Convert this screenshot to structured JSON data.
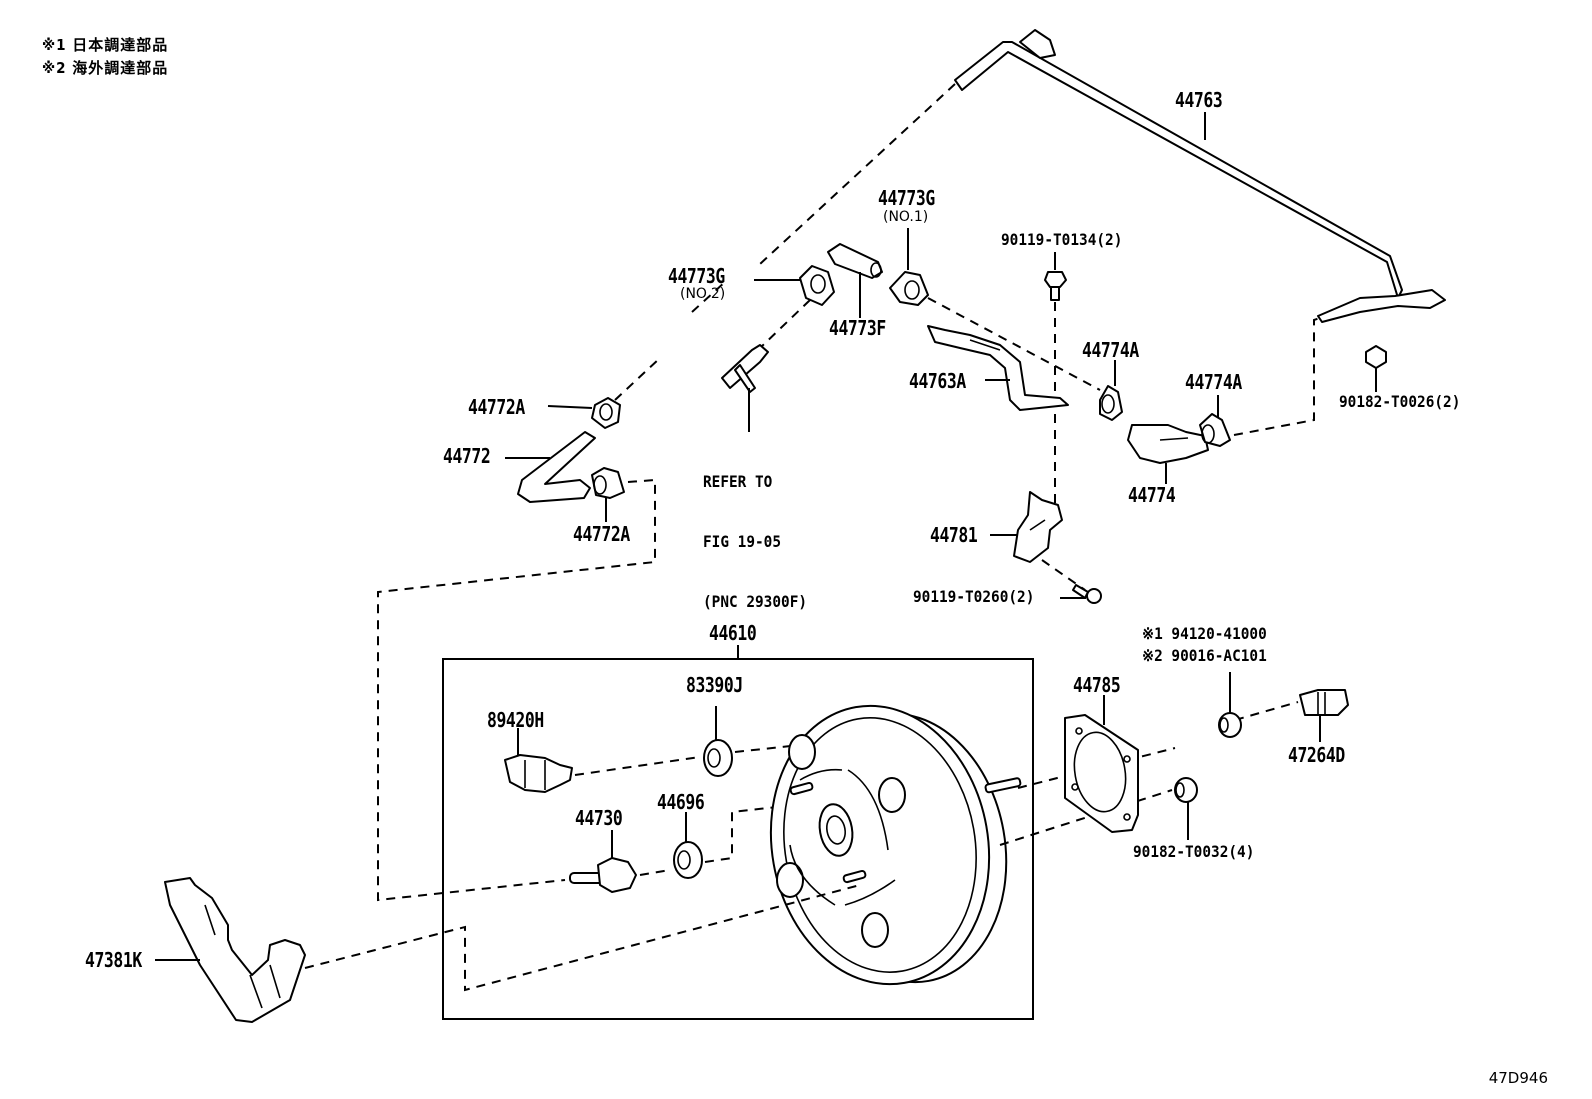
{
  "notes": [
    {
      "marker": "※1",
      "text": "日本調達部品"
    },
    {
      "marker": "※2",
      "text": "海外調達部品"
    }
  ],
  "parts": {
    "p44763": "44763",
    "p44773G_1": "44773G",
    "p44773G_1_sub": "(NO.1)",
    "p44773G_2": "44773G",
    "p44773G_2_sub": "(NO.2)",
    "p44773F": "44773F",
    "p90119_T0134": "90119-T0134(2)",
    "p44763A": "44763A",
    "p44774A_1": "44774A",
    "p44774A_2": "44774A",
    "p90182_T0026": "90182-T0026(2)",
    "p44774": "44774",
    "p44772A_1": "44772A",
    "p44772": "44772",
    "p44772A_2": "44772A",
    "p44781": "44781",
    "p90119_T0260": "90119-T0260(2)",
    "p44610": "44610",
    "p83390J": "83390J",
    "p89420H": "89420H",
    "p44730": "44730",
    "p44696": "44696",
    "p44785": "44785",
    "p94120_41000": "※1 94120-41000",
    "p90016_AC101": "※2 90016-AC101",
    "p47264D": "47264D",
    "p90182_T0032": "90182-T0032(4)",
    "p47381K": "47381K"
  },
  "reference": {
    "line1": "REFER TO",
    "line2": "FIG 19-05",
    "line3": "(PNC 29300F)"
  },
  "figure_code": "47D946"
}
